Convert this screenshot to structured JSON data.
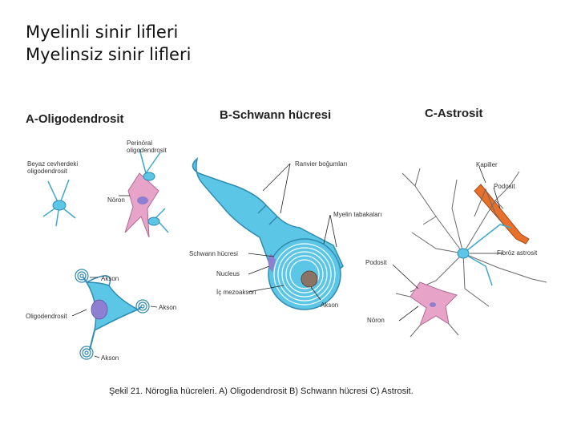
{
  "slide": {
    "title_lines": [
      "Myelinli sinir lifleri",
      "Myelinsiz sinir lifleri"
    ]
  },
  "figure": {
    "panels": {
      "a": {
        "heading": "A-Oligodendrosit",
        "labels": {
          "perinoral": "Perinöral oligodendrosit",
          "beyaz": "Beyaz cevherdeki oligodendrosit",
          "noron": "Nöron",
          "akson1": "Akson",
          "akson2": "Akson",
          "akson3": "Akson",
          "oligodendrosit": "Oligodendrosit"
        }
      },
      "b": {
        "heading": "B-Schwann hücresi",
        "labels": {
          "ranvier": "Ranvier boğumları",
          "myelin": "Myelin tabakaları",
          "schwann": "Schwann hücresi",
          "nucleus": "Nucleus",
          "mezoakson": "İç mezoakson",
          "akson": "Akson"
        }
      },
      "c": {
        "heading": "C-Astrosit",
        "labels": {
          "kapiller": "Kapiller",
          "podosit1": "Podosit",
          "podosit2": "Podosit",
          "fibroz": "Fibröz astrosit",
          "noron": "Nöron"
        }
      }
    },
    "caption": "Şekil 21. Nöroglia hücreleri. A) Oligodendrosit B) Schwann hücresi C) Astrosit."
  },
  "colors": {
    "cell_blue": "#5cc6e6",
    "neuron_pink": "#e7a4c8",
    "nucleus_purple": "#8f7fd0",
    "capillary_orange": "#e8702a",
    "dendrite_outline": "#6a6a6a"
  }
}
